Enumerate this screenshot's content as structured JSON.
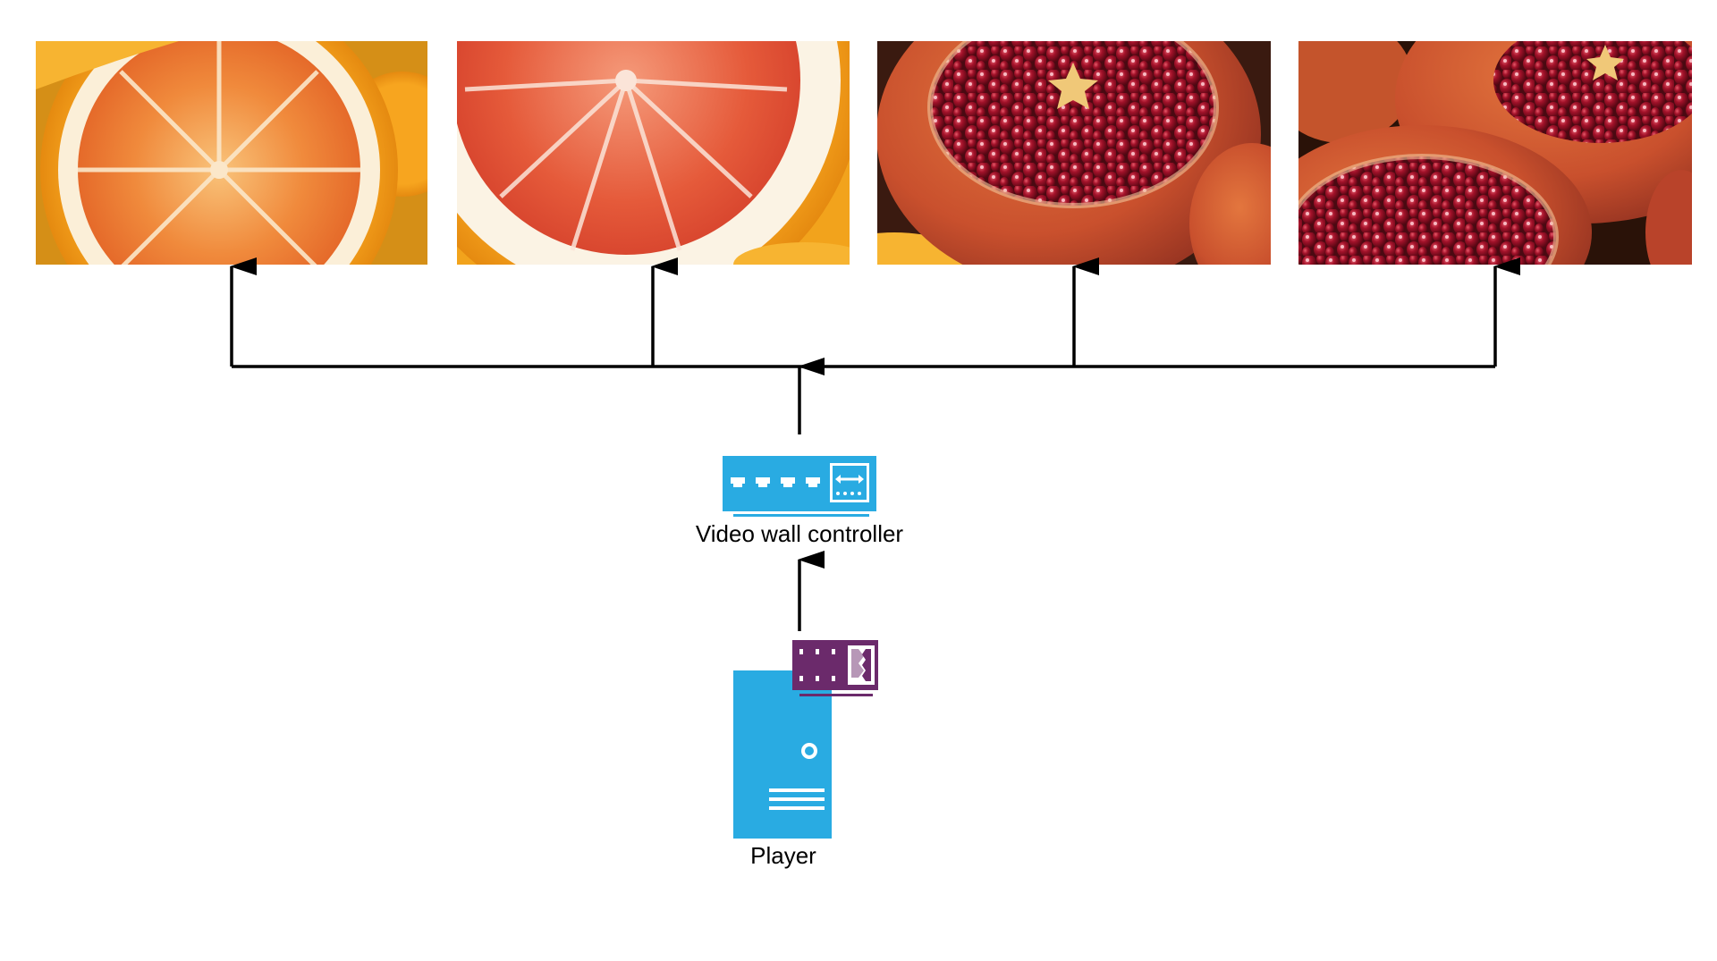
{
  "diagram": {
    "nodes": {
      "controller": {
        "label": "Video wall controller",
        "icon": "video-wall-controller-icon"
      },
      "player": {
        "label": "Player",
        "icon": "server-tower-icon",
        "card_icon": "video-card-icon"
      }
    },
    "displays": [
      {
        "content": "orange-half"
      },
      {
        "content": "grapefruit-half"
      },
      {
        "content": "pomegranate-open"
      },
      {
        "content": "pomegranate-halves"
      }
    ],
    "colors": {
      "controller": "#29abe2",
      "player": "#29abe2",
      "card": "#6b2a6b",
      "connector": "#000000"
    }
  }
}
